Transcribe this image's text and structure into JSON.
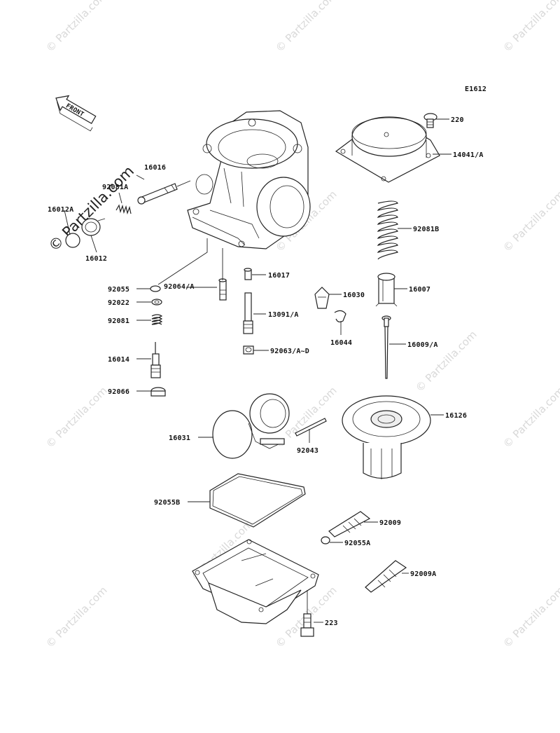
{
  "diagram_code": "E1612",
  "front_label": "FRONT",
  "watermark_text": "© Partzilla.com",
  "part_labels": {
    "p220": "220",
    "p14041a": "14041/A",
    "p92081b": "92081B",
    "p16007": "16007",
    "p16030": "16030",
    "p16009a": "16009/A",
    "p16044": "16044",
    "p16126": "16126",
    "p16016": "16016",
    "p92081a": "92081A",
    "p16012a": "16012A",
    "p16012": "16012",
    "p92055": "92055",
    "p92064a": "92064/A",
    "p16017": "16017",
    "p92022": "92022",
    "p13091a": "13091/A",
    "p92081": "92081",
    "p92063ad": "92063/A~D",
    "p16014": "16014",
    "p92066": "92066",
    "p16031": "16031",
    "p92043": "92043",
    "p92055b": "92055B",
    "p92009": "92009",
    "p92055a": "92055A",
    "p92009a": "92009A",
    "p223": "223"
  }
}
